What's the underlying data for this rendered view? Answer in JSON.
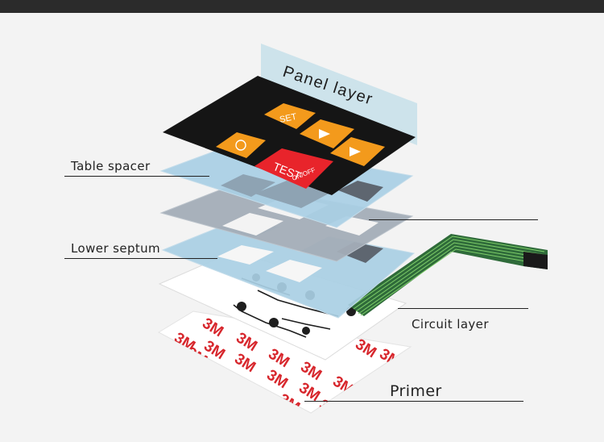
{
  "labels": {
    "panel_layer": "Panel layer",
    "table_spacer": "Table spacer",
    "lower_septum": "Lower septum",
    "circuit_layer": "Circuit layer",
    "primer": "Primer"
  },
  "keypad": {
    "set": "SET",
    "test": "TEST",
    "on_off": "ON/OFF"
  },
  "adhesive_brand": "3M",
  "colors": {
    "panel": "#151515",
    "key_orange": "#f39a1c",
    "key_red": "#e8242b",
    "blue_layer": "#a9cfe4",
    "gray_layer": "#a3adb7",
    "flex_tail": "#2f6b3a",
    "brand_red": "#d7262c",
    "background": "#f3f3f3"
  }
}
